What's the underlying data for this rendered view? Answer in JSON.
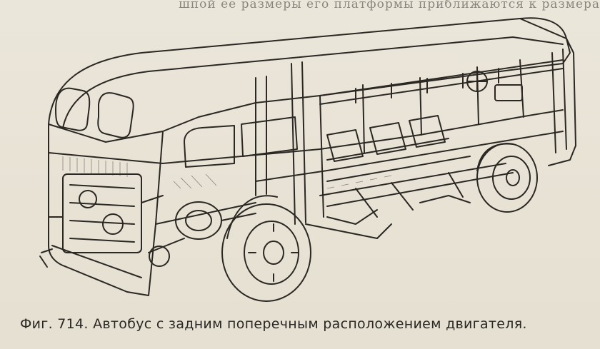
{
  "bleed_through_text": "шпой ее размеры его платформы приближаются к размерам",
  "figure": {
    "icon": "bus-cutaway-illustration"
  },
  "caption": "Фиг. 714. Автобус с задним поперечным расположением двигателя."
}
